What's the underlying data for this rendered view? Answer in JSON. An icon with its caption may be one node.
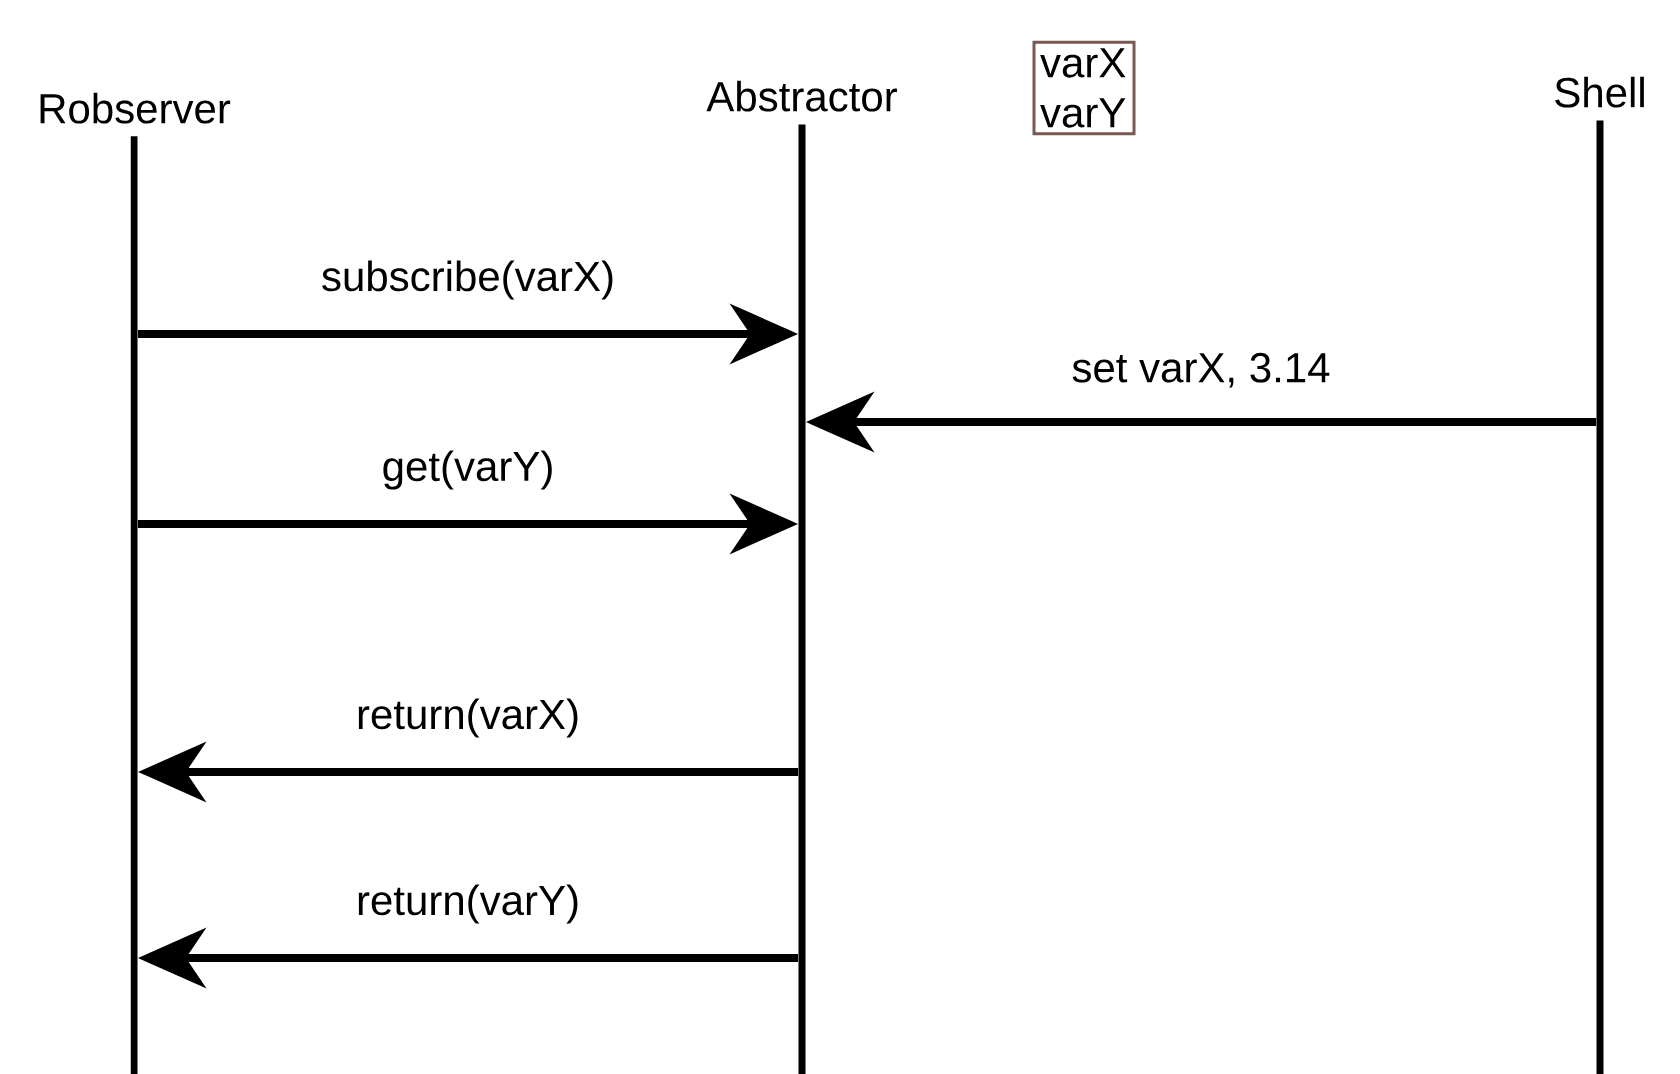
{
  "diagram": {
    "nodes": [
      {
        "text": [
          "Robserver"
        ]
      },
      {
        "text": [
          "Abstractor"
        ]
      },
      {
        "text": [
          "Shell"
        ]
      },
      {
        "text": [
          "varX varY"
        ]
      }
    ],
    "edges": [
      {
        "from": 0,
        "to": 1,
        "arrow": "to",
        "label": "subscribe(varX)"
      },
      {
        "from": 2,
        "to": 1,
        "arrow": "to",
        "label": "set varX, 3.14"
      },
      {
        "from": 0,
        "to": 1,
        "arrow": "to",
        "label": "get(varY)"
      },
      {
        "from": 1,
        "to": 0,
        "arrow": "to",
        "label": "return(varX)"
      },
      {
        "from": 1,
        "to": 0,
        "arrow": "to",
        "label": "return(varY)"
      }
    ]
  }
}
